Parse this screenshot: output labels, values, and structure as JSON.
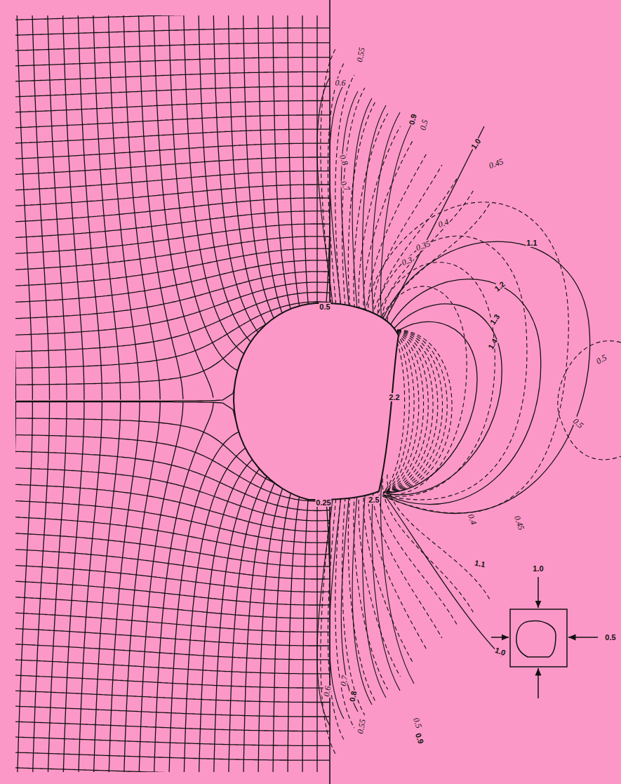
{
  "diagram": {
    "labels": [
      "0.55",
      "0.6",
      "0.8",
      "0.7",
      "0.9",
      "0.5",
      "1.0",
      "0.45",
      "0.4",
      "0.35",
      "0.3",
      "1.1",
      "1.2",
      "1.3",
      "1.4",
      "0.5",
      "2.2",
      "0.5",
      "0.5",
      "2.5",
      "0.25",
      "0.4",
      "0.45",
      "1.1",
      "1.0",
      "0.6",
      "0.7",
      "0.8",
      "0.55",
      "0.5",
      "0.9",
      "1.0",
      "0.5"
    ]
  }
}
